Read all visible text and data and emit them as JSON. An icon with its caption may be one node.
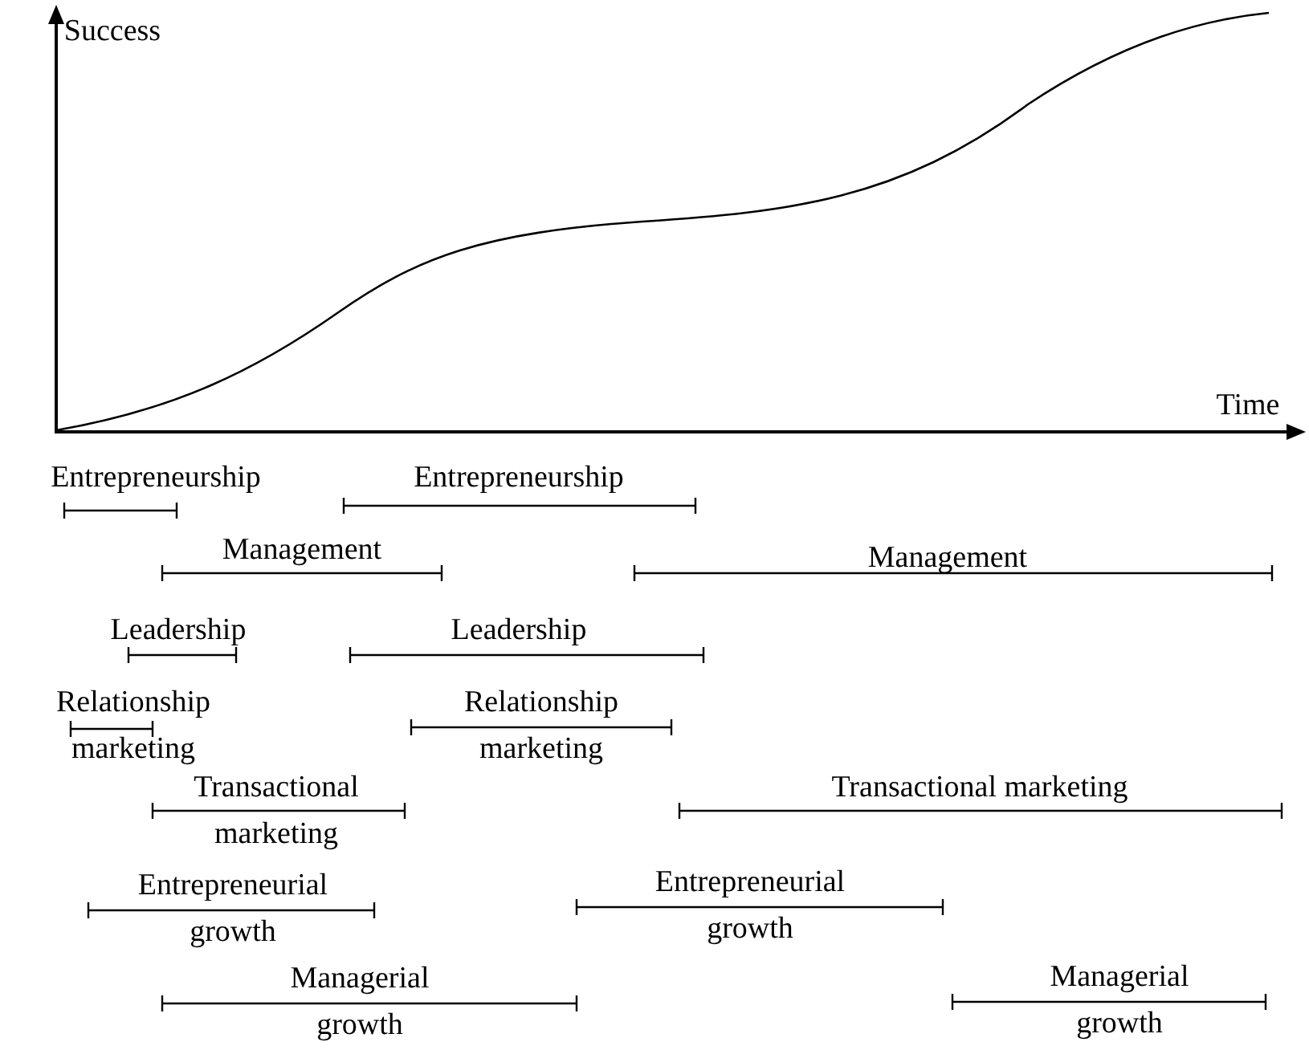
{
  "diagram": {
    "labels": [
      "Success",
      "Time",
      "Entrepreneurship",
      "Entrepreneurship",
      "Management",
      "Management",
      "Leadership",
      "Leadership",
      "Relationship marketing",
      "Relationship marketing",
      "Transactional marketing",
      "Transactional marketing",
      "Entrepreneurial growth",
      "Entrepreneurial growth",
      "Managerial growth",
      "Managerial growth"
    ]
  }
}
